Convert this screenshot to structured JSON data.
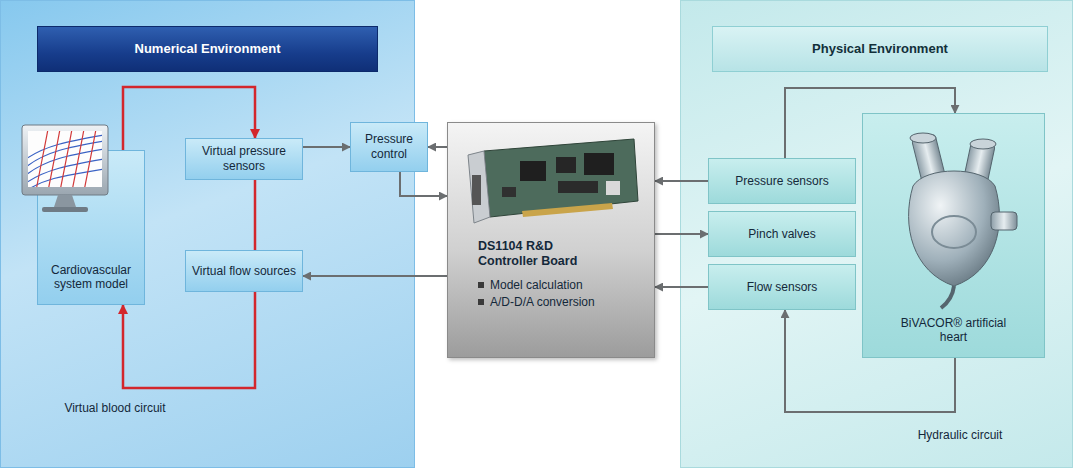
{
  "diagram": {
    "nodes": [
      {
        "text": [
          "Numerical Environment"
        ]
      },
      {
        "text": [
          "Cardiovascular system model"
        ],
        "in": 0
      },
      {
        "text": [
          "Virtual pressure sensors"
        ],
        "in": 0
      },
      {
        "text": [
          "Pressure control"
        ],
        "in": 0
      },
      {
        "text": [
          "Virtual flow sources"
        ],
        "in": 0
      },
      {
        "text": [
          "DS1104 R&D Controller Board",
          "Model calculation",
          "A/D-D/A conversion"
        ]
      },
      {
        "text": [
          "Physical Environment"
        ]
      },
      {
        "text": [
          "Pressure sensors"
        ],
        "in": 6
      },
      {
        "text": [
          "Pinch valves"
        ],
        "in": 6
      },
      {
        "text": [
          "Flow sensors"
        ],
        "in": 6
      },
      {
        "text": [
          "BiVACOR® artificial heart"
        ],
        "in": 6
      }
    ],
    "edges": [
      {
        "from": 1,
        "to": 2,
        "arrow": "to"
      },
      {
        "from": 2,
        "to": 4,
        "arrow": "none"
      },
      {
        "from": 4,
        "to": 1,
        "arrow": "to"
      },
      {
        "from": 2,
        "to": 3,
        "arrow": "to"
      },
      {
        "from": 5,
        "to": 3,
        "arrow": "to"
      },
      {
        "from": 3,
        "to": 5,
        "arrow": "to"
      },
      {
        "from": 5,
        "to": 4,
        "arrow": "to"
      },
      {
        "from": 7,
        "to": 5,
        "arrow": "to"
      },
      {
        "from": 5,
        "to": 8,
        "arrow": "to"
      },
      {
        "from": 9,
        "to": 5,
        "arrow": "to"
      },
      {
        "from": 7,
        "to": 10,
        "arrow": "to"
      },
      {
        "from": 10,
        "to": 9,
        "arrow": "to"
      }
    ],
    "labels": [
      "Virtual blood circuit",
      "Hydraulic circuit"
    ]
  }
}
